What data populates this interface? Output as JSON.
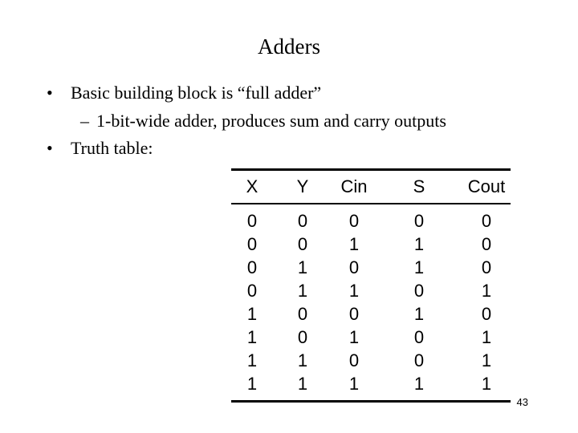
{
  "slide": {
    "title": "Adders",
    "bullets": [
      {
        "marker": "•",
        "text": "Basic building block is “full adder”"
      },
      {
        "marker": "–",
        "text": "1-bit-wide adder, produces sum and carry outputs"
      },
      {
        "marker": "•",
        "text": "Truth table:"
      }
    ],
    "page_number": "43"
  },
  "truth_table": {
    "headers": [
      "X",
      "Y",
      "Cin",
      "S",
      "Cout"
    ],
    "rows": [
      [
        "0",
        "0",
        "0",
        "0",
        "0"
      ],
      [
        "0",
        "0",
        "1",
        "1",
        "0"
      ],
      [
        "0",
        "1",
        "0",
        "1",
        "0"
      ],
      [
        "0",
        "1",
        "1",
        "0",
        "1"
      ],
      [
        "1",
        "0",
        "0",
        "1",
        "0"
      ],
      [
        "1",
        "0",
        "1",
        "0",
        "1"
      ],
      [
        "1",
        "1",
        "0",
        "0",
        "1"
      ],
      [
        "1",
        "1",
        "1",
        "1",
        "1"
      ]
    ]
  }
}
